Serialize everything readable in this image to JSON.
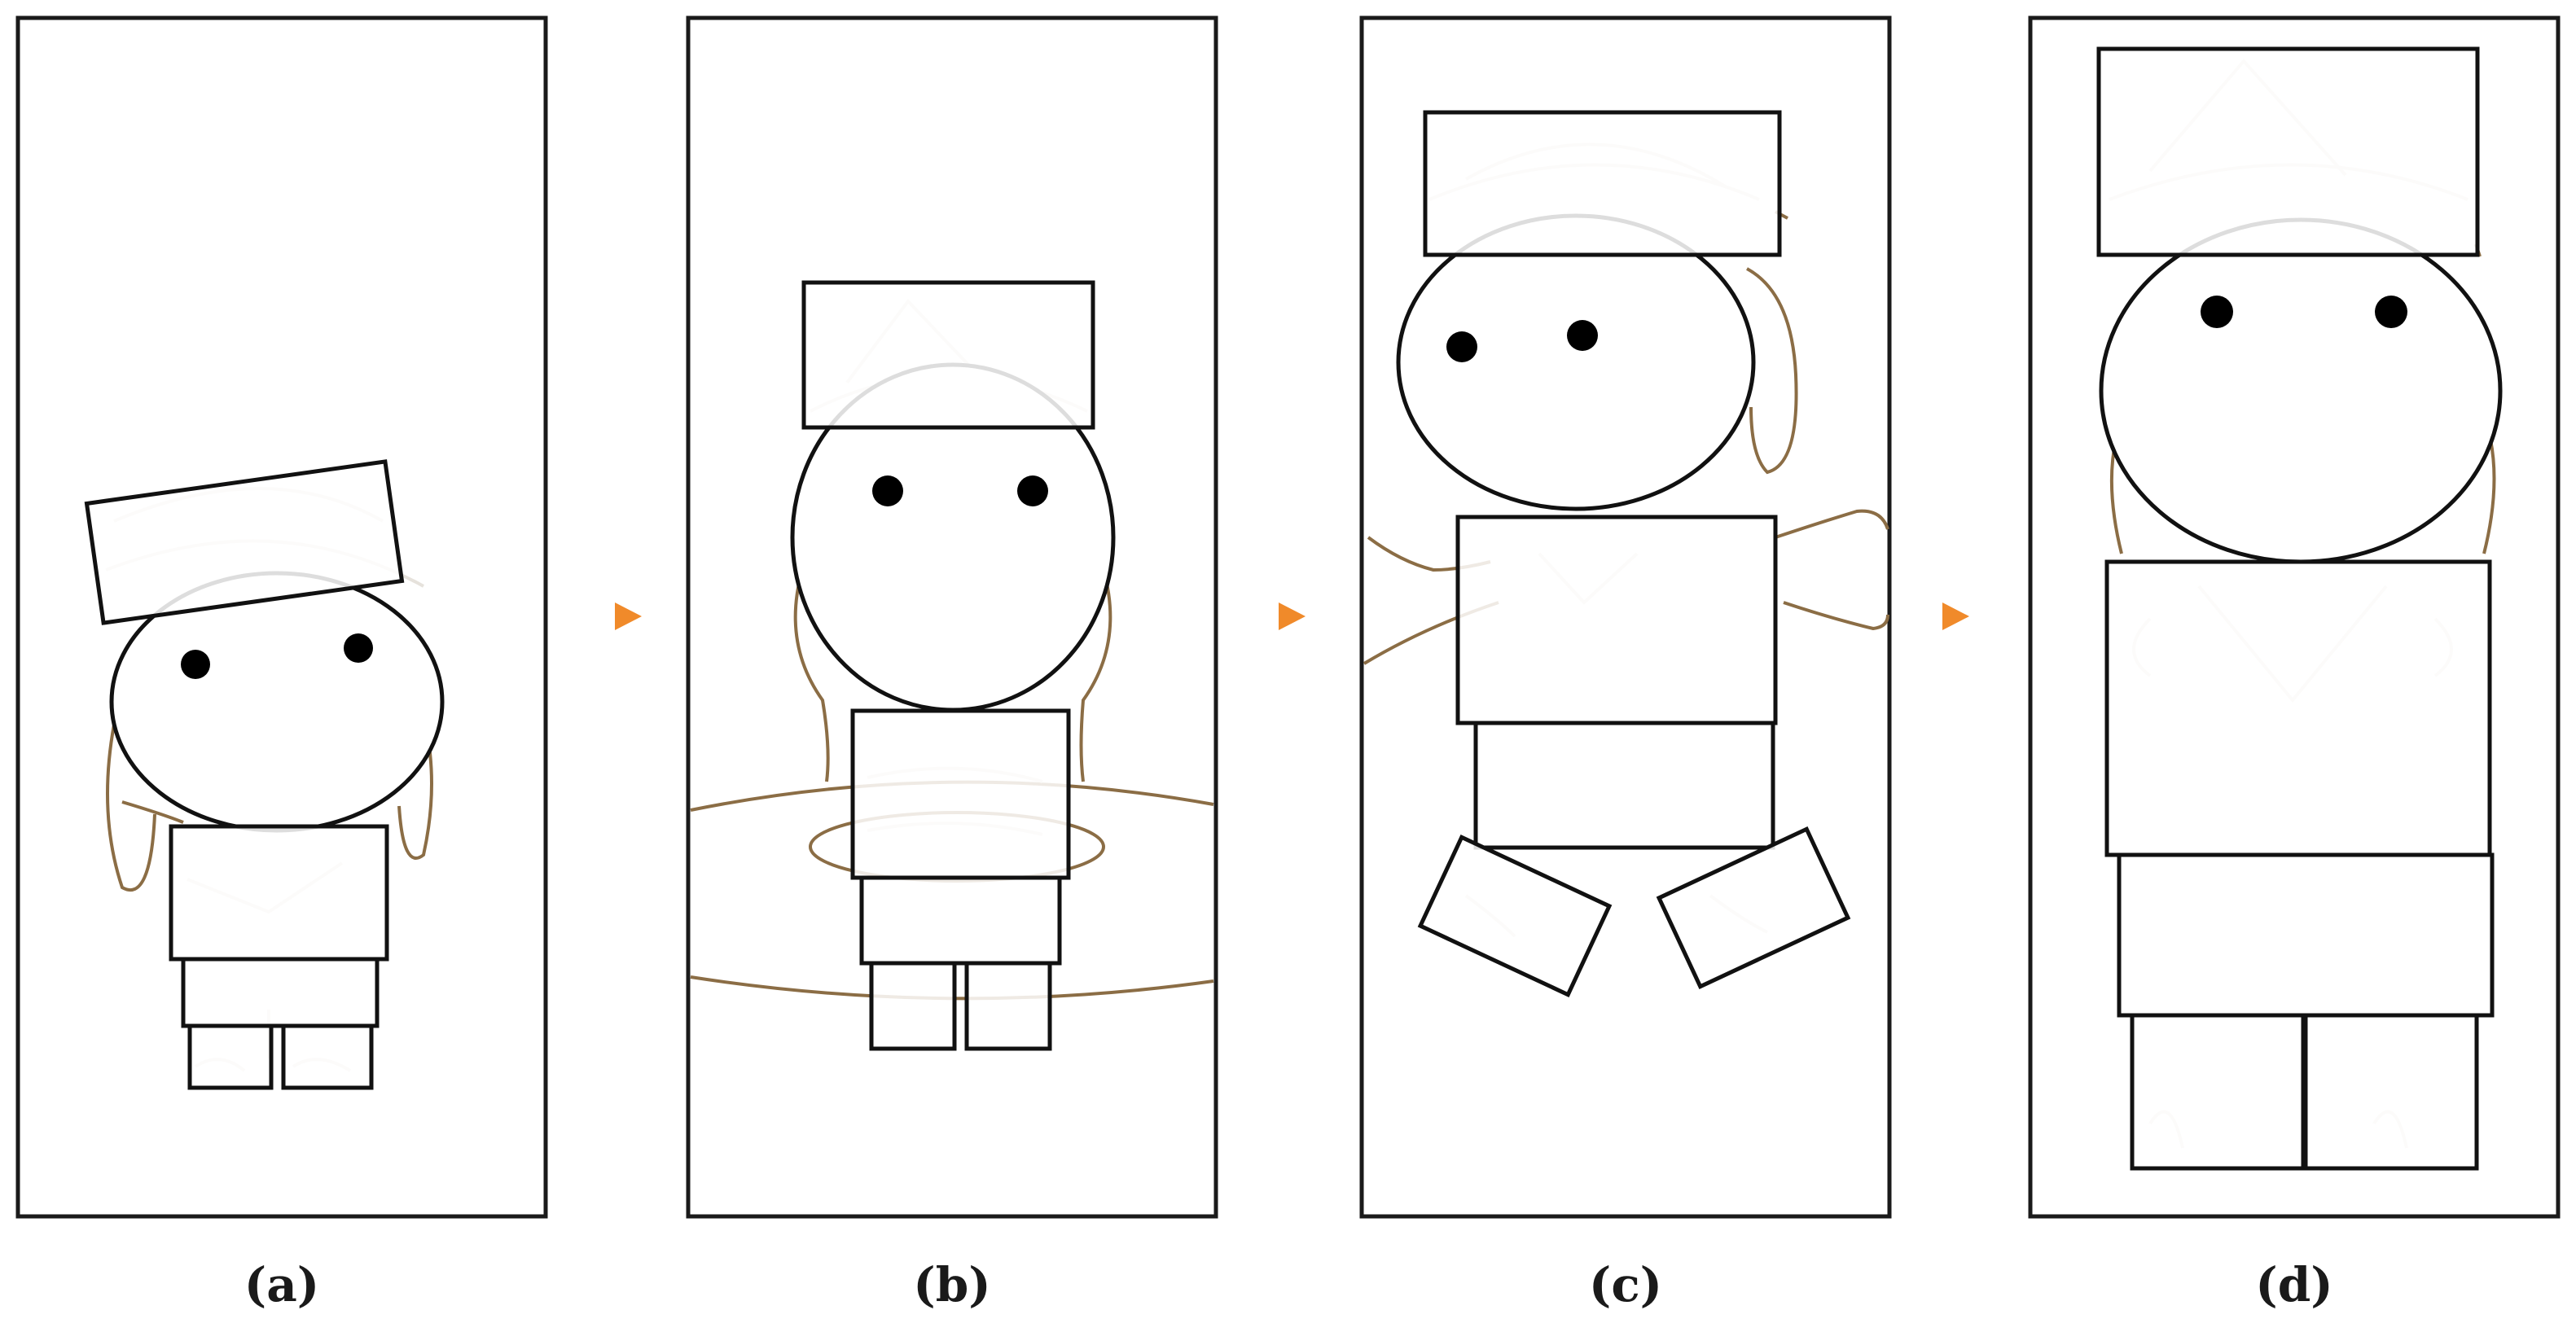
{
  "figure": {
    "panels": [
      {
        "label": "(a)"
      },
      {
        "label": "(b)"
      },
      {
        "label": "(c)"
      },
      {
        "label": "(d)"
      }
    ],
    "colors": {
      "frame": "#1a1a1a",
      "sketch": "#8b6d45",
      "arrow": "#f08a2a"
    },
    "icons": [
      "arrow-right-icon"
    ]
  }
}
